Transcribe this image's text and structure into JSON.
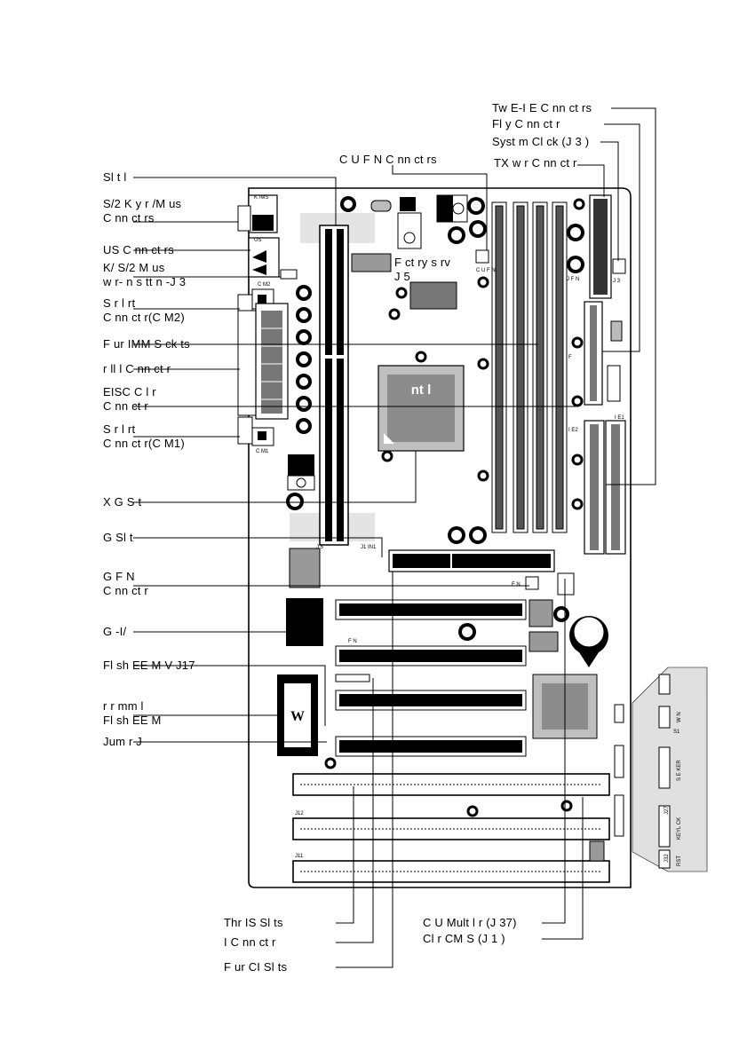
{
  "labels_left": {
    "slot1": "Sl t l",
    "ps2_kbd_line1": "S/2 K y    r /M us",
    "ps2_kbd_line2": "C nn ct rs",
    "usb": "US   C nn ct rs",
    "kb_pwr_line1": "K/       S/2 M us",
    "kb_pwr_line2": "  w r- n s  tt n  -J 3",
    "com2_line1": "S r  l    rt",
    "com2_line2": "C nn ct r(C M2)",
    "dimm": "F ur    IMM S ck ts",
    "parallel": "  r ll l  C nn ct r",
    "eisc_line1": "EISC   C   l r",
    "eisc_line2": "C nn ct r",
    "com1_line1": "S r  l    rt",
    "com1_line2": "C nn ct r(C M1)",
    "agp_pro": "  X  G  S  t",
    "agp_slot": "  G  Sl t",
    "agp_fan_line1": "  G F N",
    "agp_fan_line2": "C nn ct r",
    "agp_i": "  G    -I/",
    "flash_mv": "Fl sh EE     M V     J17",
    "flash_line1": "  r  r mm  l",
    "flash_line2": "Fl sh EE     M",
    "jumper": "Jum  r J"
  },
  "labels_top": {
    "cpu_fan": "C U F N C nn ct rs",
    "two_ide": "Tw  E-I E C nn ct rs",
    "floppy": "Fl   y C nn ct r",
    "sysclk": "Syst m Cl ck (J 3 )",
    "atx_power": "TX     w r C nn ct r",
    "factory_line1": "F ct ry    s rv",
    "factory_line2": "J 5"
  },
  "labels_bottom": {
    "isa": "Thr     IS  Sl ts",
    "i2c": "I  C nn ct r",
    "pci": "F ur   CI Sl ts",
    "cpu_mult": "C U Mult l r (J 37)",
    "clear_cmos": "Cl  r CM S (J 1 )"
  },
  "board_text": {
    "kms": "K /MS",
    "usb": "US",
    "com2": "C M2",
    "com1": "C M1",
    "intel": "nt l",
    "ide1": "I E1",
    "ide2": "I E2",
    "f": "F",
    "j3": "J 3",
    "cpu_fan": "C U F N",
    "j_fan": "J  F N",
    "fn": "F N",
    "fn2": "F N",
    "s1": "S1",
    "wn": "W N",
    "speaker": "S E KER",
    "keylck": "KEYL CK",
    "rst": "RST",
    "j12": "J12",
    "j11": "J11",
    "j32": "J32",
    "j27": "J27",
    "j5": "J 5",
    "jn1": "J1  IN1"
  },
  "colors": {
    "ink": "#000000",
    "paper": "#ffffff",
    "shade": "#e4e4e4",
    "chip": "#cfcfcf"
  }
}
